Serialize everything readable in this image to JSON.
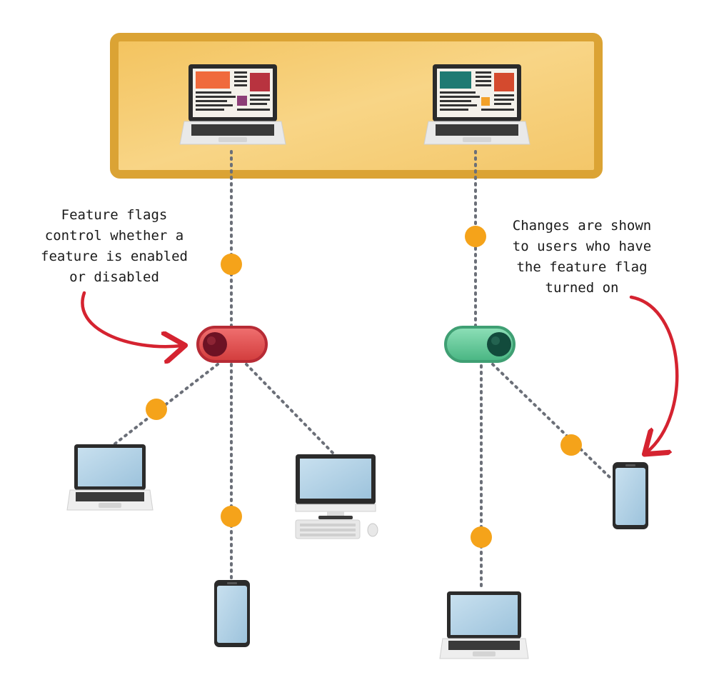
{
  "annotations": {
    "left": "Feature flags\ncontrol whether a\nfeature is enabled\nor disabled",
    "right": "Changes are shown\nto users who have\nthe feature flag\nturned on"
  },
  "toggles": {
    "left": {
      "state": "off",
      "color": "#e0524f"
    },
    "right": {
      "state": "on",
      "color": "#5cc392"
    }
  },
  "colors": {
    "panel_fill": "#f6cf72",
    "panel_border": "#dba334",
    "connector_dot": "#f5a31a",
    "connector_line": "#6b6f78",
    "arrow": "#d52330",
    "device_screen": "#b5d3e6",
    "device_body": "#2b2b2b"
  },
  "icons": {
    "source_laptop_left": "laptop-icon",
    "source_laptop_right": "laptop-icon",
    "end_laptop_left": "laptop-icon",
    "end_desktop": "desktop-computer-icon",
    "end_phone_center": "smartphone-icon",
    "end_phone_right": "smartphone-icon",
    "end_laptop_right": "laptop-icon"
  }
}
